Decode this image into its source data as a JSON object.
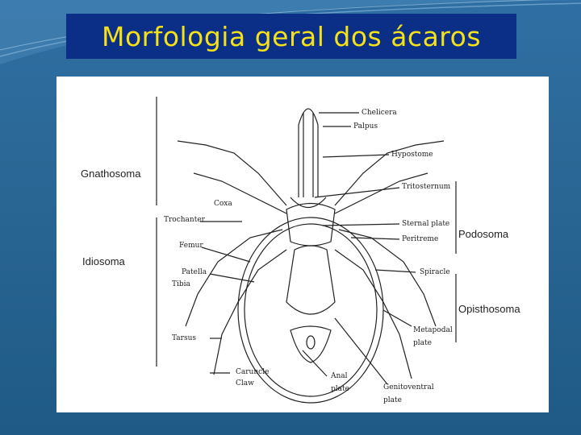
{
  "slide": {
    "title": "Morfologia geral dos ácaros",
    "title_color": "#f5e11a",
    "title_box_color": "#0b2f86",
    "background_color": "#2a6694"
  },
  "figure": {
    "regions": {
      "gnathosoma": "Gnathosoma",
      "idiosoma": "Idiosoma",
      "podosoma": "Podosoma",
      "opisthosoma": "Opisthosoma"
    },
    "labels": {
      "chelicera": "Chelicera",
      "palpus": "Palpus",
      "hypostome": "Hypostome",
      "tritosternum": "Tritosternum",
      "coxa": "Coxa",
      "trochanter": "Trochanter",
      "sternal_plate": "Sternal plate",
      "femur": "Femur",
      "peritreme": "Peritreme",
      "patella": "Patella",
      "tibia": "Tibia",
      "spiracle": "Spiracle",
      "tarsus": "Tarsus",
      "metapodal_1": "Metapodal",
      "metapodal_2": "plate",
      "caruncle": "Caruncle",
      "claw": "Claw",
      "anal_1": "Anal",
      "anal_2": "plate",
      "genitoventral_1": "Genitoventral",
      "genitoventral_2": "plate"
    }
  }
}
